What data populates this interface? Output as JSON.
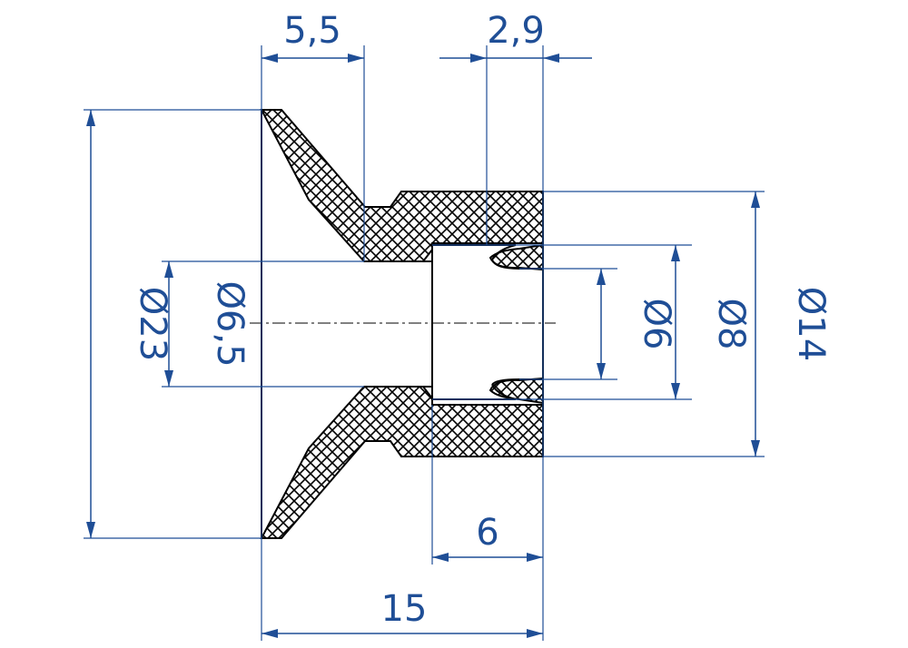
{
  "colors": {
    "dimension": "#1f4e96",
    "outline": "#000000",
    "hatch": "#000000",
    "background": "#ffffff"
  },
  "dimensions": {
    "lip_thickness": "5,5",
    "bore_depth_top": "2,9",
    "outer_diameter": "Ø23",
    "inner_diameter": "Ø6,5",
    "bore_diameter": "Ø6",
    "counterbore_diameter": "Ø8",
    "body_diameter": "Ø14",
    "bore_length": "6",
    "total_length": "15"
  }
}
